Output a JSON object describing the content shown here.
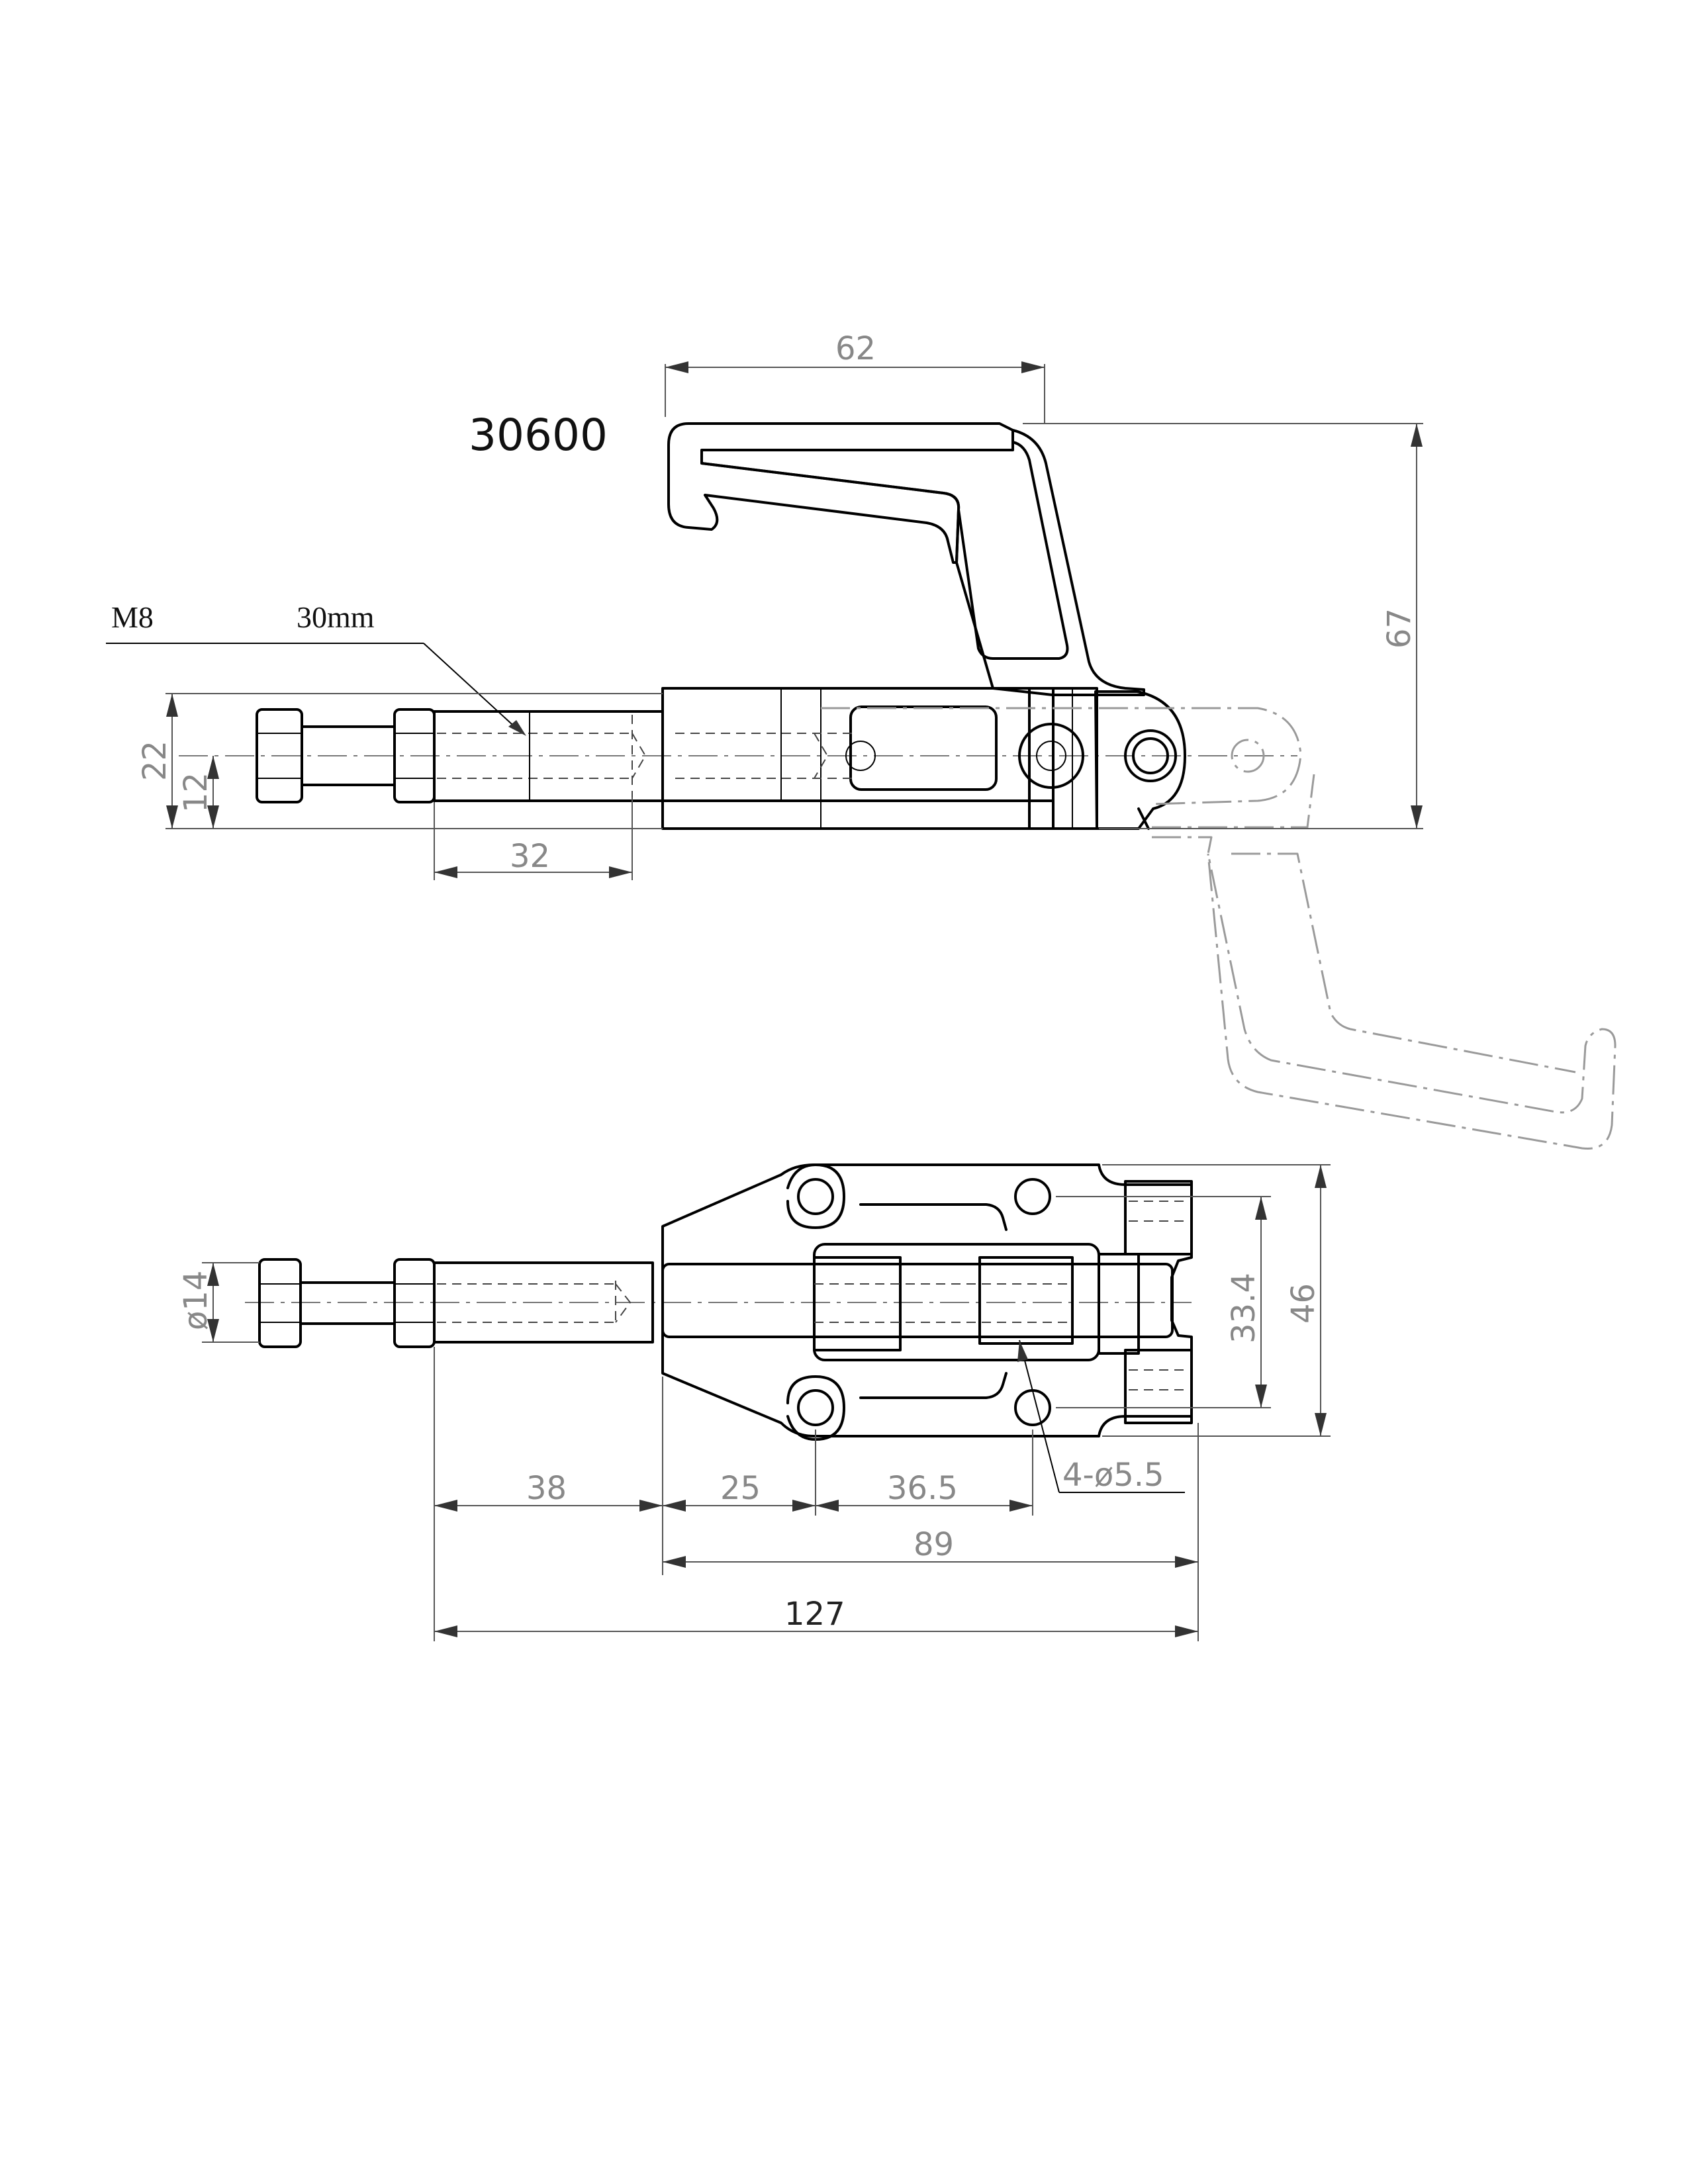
{
  "part_number": "30600",
  "thread_label": "M8",
  "thread_length_label": "30mm",
  "side_view": {
    "dim_top_width": "62",
    "dim_total_height": "67",
    "dim_rod_height": "22",
    "dim_rod_center": "12",
    "dim_thread_length": "32"
  },
  "top_view": {
    "dim_rod_diameter": "ø14",
    "dim_hole_spacing": "33.4",
    "dim_base_width": "46",
    "dim_rod_extension": "38",
    "dim_base_offset": "25",
    "dim_hole_pitch": "36.5",
    "dim_mount_holes": "4-ø5.5",
    "dim_body_length": "89",
    "dim_overall_length": "127"
  }
}
